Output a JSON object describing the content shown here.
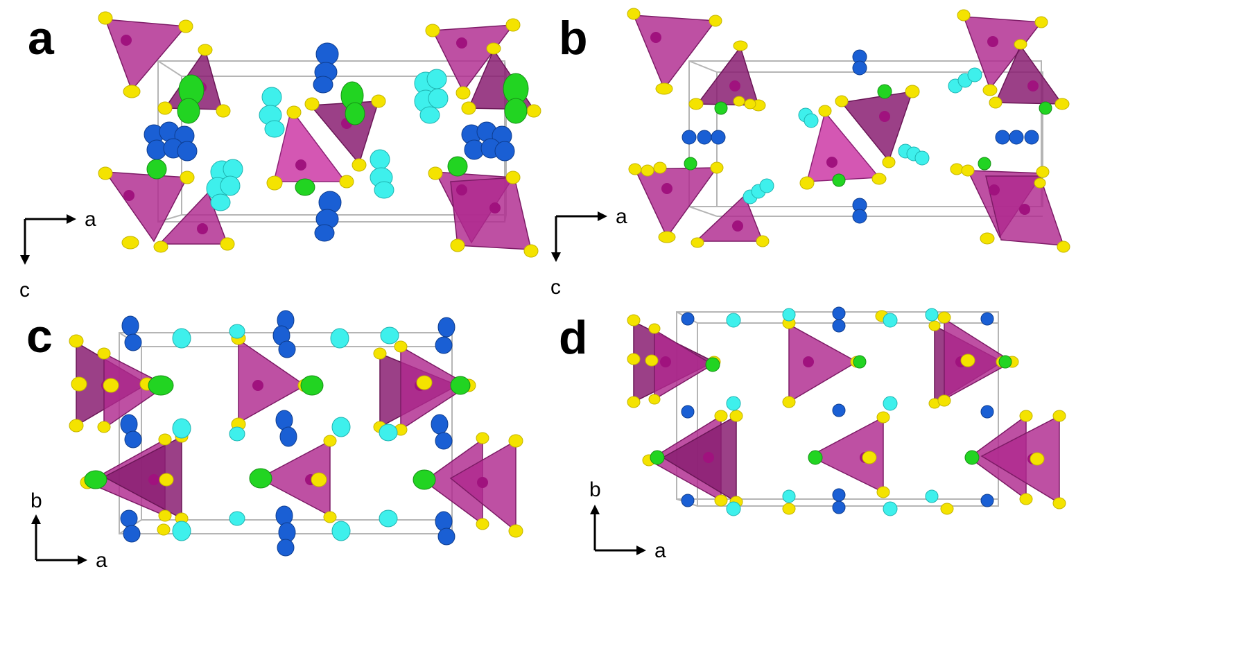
{
  "panels": {
    "a": {
      "letter": "a",
      "axis_h": "a",
      "axis_v": "c"
    },
    "b": {
      "letter": "b",
      "axis_h": "a",
      "axis_v": "c"
    },
    "c": {
      "letter": "c",
      "axis_h": "a",
      "axis_v": "b"
    },
    "d": {
      "letter": "d",
      "axis_h": "a",
      "axis_v": "b"
    }
  },
  "colors": {
    "tetrahedron": "#b0298f",
    "oxygen": "#f4e300",
    "green_atom": "#22d422",
    "blue_atom": "#1a5fd4",
    "cyan_atom": "#3ef0ec",
    "unit_cell": "#b5b5b5"
  }
}
